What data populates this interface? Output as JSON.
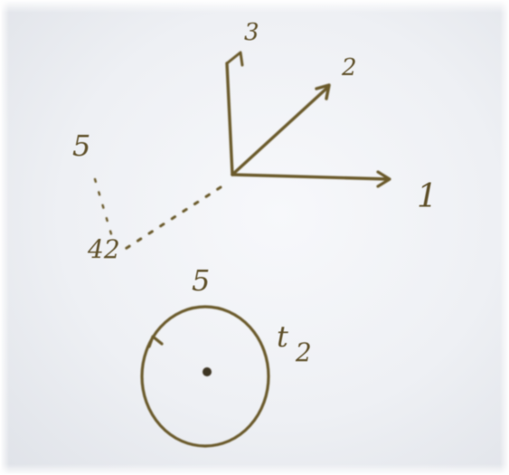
{
  "colors": {
    "board": "#eef0f4",
    "ink": "#6b5a2c"
  },
  "labels": {
    "axis_3": "3",
    "axis_2": "2",
    "axis_1": "1",
    "five_upper": "5",
    "five_lower": "5",
    "four_two": "42",
    "t2": "t",
    "t2_sub": "2",
    "s_label": "5"
  }
}
